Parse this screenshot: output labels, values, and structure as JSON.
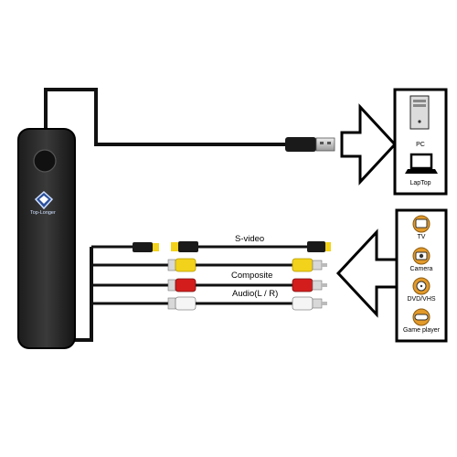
{
  "device": {
    "brand": "Top-Longer"
  },
  "outputs": {
    "items": [
      {
        "label": "PC",
        "icon": "desktop-tower-icon"
      },
      {
        "label": "LapTop",
        "icon": "laptop-icon"
      }
    ]
  },
  "inputs": {
    "items": [
      {
        "label": "TV",
        "icon": "tv-icon"
      },
      {
        "label": "Camera",
        "icon": "camera-icon"
      },
      {
        "label": "DVD/VHS",
        "icon": "dvd-icon"
      },
      {
        "label": "Game player",
        "icon": "game-controller-icon"
      }
    ]
  },
  "cables": [
    {
      "label": "S-video",
      "color": "#111111"
    },
    {
      "label": "Composite",
      "color": "#f2d21b"
    },
    {
      "label": "Audio(L / R)",
      "color": "#d31d1d"
    },
    {
      "label": "",
      "color": "#f5f5f5"
    }
  ]
}
